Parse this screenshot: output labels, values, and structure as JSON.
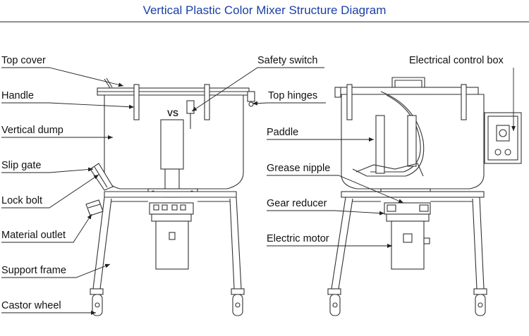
{
  "title": "Vertical Plastic Color Mixer Structure Diagram",
  "left_labels": [
    {
      "text": "Top cover"
    },
    {
      "text": "Handle"
    },
    {
      "text": "Vertical dump"
    },
    {
      "text": "Slip gate"
    },
    {
      "text": "Lock bolt"
    },
    {
      "text": "Material outlet"
    },
    {
      "text": "Support frame"
    },
    {
      "text": "Castor wheel"
    }
  ],
  "right_labels": [
    {
      "text": "Safety switch"
    },
    {
      "text": "Electrical control box"
    },
    {
      "text": "Top hinges"
    },
    {
      "text": "Paddle"
    },
    {
      "text": "Grease nipple"
    },
    {
      "text": "Gear reducer"
    },
    {
      "text": "Electric motor"
    }
  ],
  "brand_mark": "VS",
  "colors": {
    "title": "#1a3fa6",
    "line": "#222222",
    "text": "#111111"
  }
}
